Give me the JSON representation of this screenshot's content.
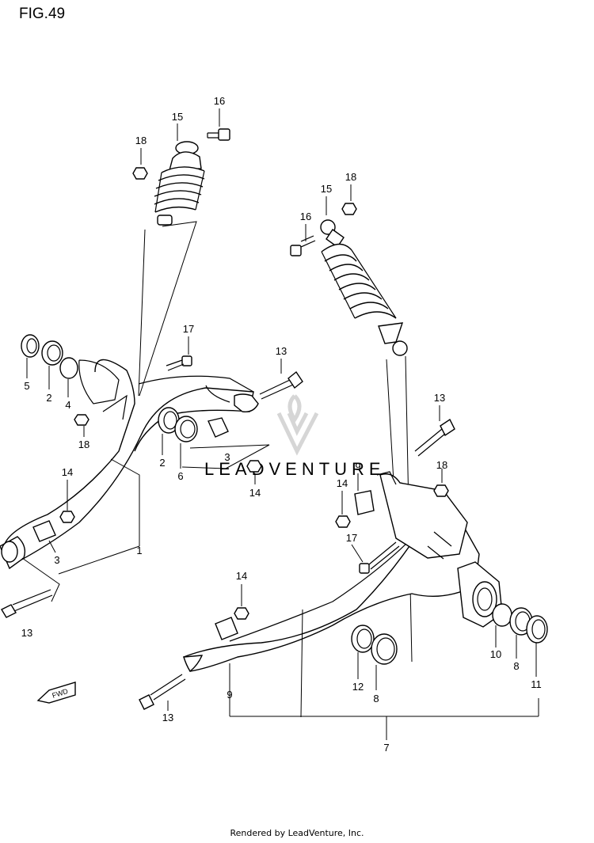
{
  "figure": {
    "title": "FIG.49"
  },
  "watermark": {
    "text": "LEADVENTURE"
  },
  "fwd_label": "FWD",
  "footer": {
    "text": "Rendered by LeadVenture, Inc."
  },
  "callouts": [
    {
      "id": "c15a",
      "label": "15"
    },
    {
      "id": "c16a",
      "label": "16"
    },
    {
      "id": "c18a",
      "label": "18"
    },
    {
      "id": "c18b",
      "label": "18"
    },
    {
      "id": "c15b",
      "label": "15"
    },
    {
      "id": "c16b",
      "label": "16"
    },
    {
      "id": "c17a",
      "label": "17"
    },
    {
      "id": "c13a",
      "label": "13"
    },
    {
      "id": "c5",
      "label": "5"
    },
    {
      "id": "c2a",
      "label": "2"
    },
    {
      "id": "c4",
      "label": "4"
    },
    {
      "id": "c18c",
      "label": "18"
    },
    {
      "id": "c2b",
      "label": "2"
    },
    {
      "id": "c6",
      "label": "6"
    },
    {
      "id": "c3a",
      "label": "3"
    },
    {
      "id": "c14a",
      "label": "14"
    },
    {
      "id": "c14b",
      "label": "14"
    },
    {
      "id": "c3b",
      "label": "3"
    },
    {
      "id": "c1",
      "label": "1"
    },
    {
      "id": "c13b",
      "label": "13"
    },
    {
      "id": "c13c",
      "label": "13"
    },
    {
      "id": "c9a",
      "label": "9"
    },
    {
      "id": "c14c",
      "label": "14"
    },
    {
      "id": "c18d",
      "label": "18"
    },
    {
      "id": "c17b",
      "label": "17"
    },
    {
      "id": "c14d",
      "label": "14"
    },
    {
      "id": "c10",
      "label": "10"
    },
    {
      "id": "c8a",
      "label": "8"
    },
    {
      "id": "c11",
      "label": "11"
    },
    {
      "id": "c12",
      "label": "12"
    },
    {
      "id": "c8b",
      "label": "8"
    },
    {
      "id": "c9b",
      "label": "9"
    },
    {
      "id": "c13d",
      "label": "13"
    },
    {
      "id": "c7",
      "label": "7"
    }
  ]
}
